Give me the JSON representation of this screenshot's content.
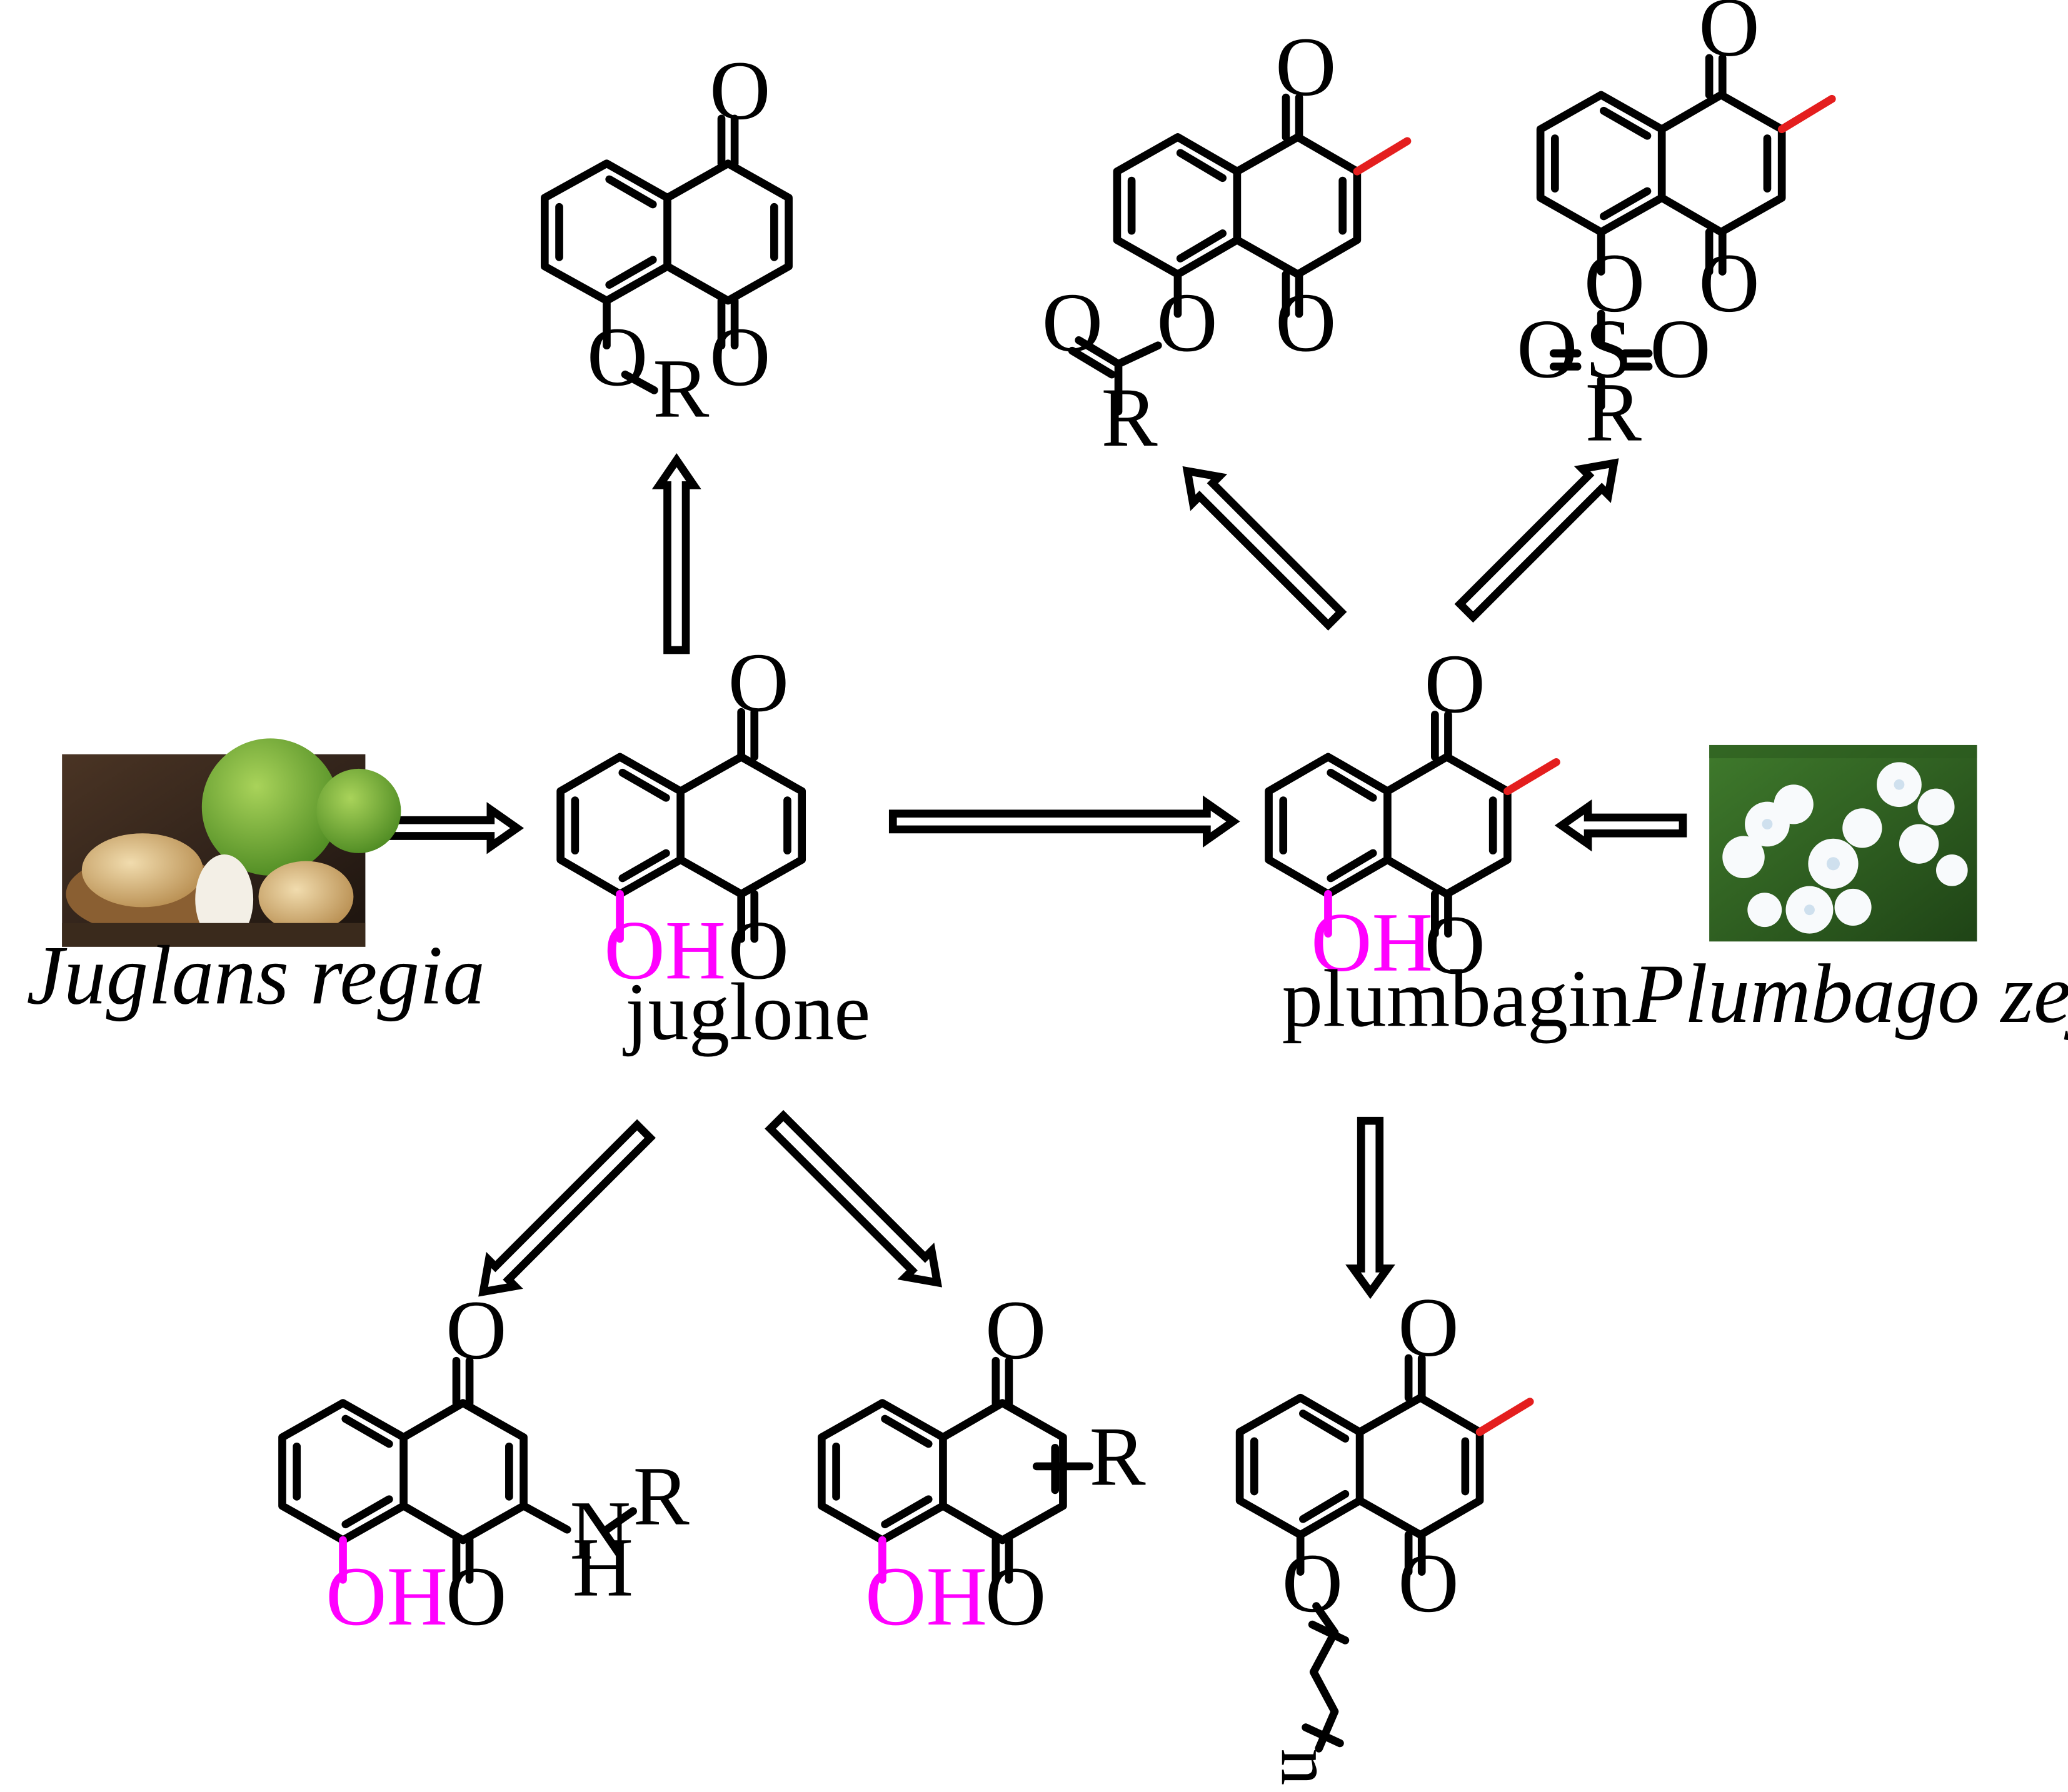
{
  "compounds": {
    "juglone": {
      "name": "juglone",
      "oh_label": "OH",
      "o_label": "O"
    },
    "plumbagin": {
      "name": "plumbagin",
      "oh_label": "OH",
      "o_label": "O"
    },
    "ether_derivative": {
      "o_label": "O",
      "r_label": "R"
    },
    "ester_derivative": {
      "o_label": "O",
      "r_label": "R"
    },
    "sulfonate_derivative": {
      "o_label": "O",
      "s_label": "S",
      "r_label": "R"
    },
    "amino_derivative": {
      "o_label": "O",
      "oh_label": "OH",
      "n_label": "N",
      "h_label": "H",
      "r_label": "R"
    },
    "substituted_derivative": {
      "o_label": "O",
      "oh_label": "OH",
      "r_label": "R"
    },
    "peg_derivative": {
      "o_label": "O",
      "n_label": "n"
    }
  },
  "sources": {
    "walnut": {
      "species": "Juglans regia",
      "image": "walnut-photo"
    },
    "plumbago": {
      "species": "Plumbago zeylanica L.",
      "image": "plumbago-flower-photo"
    }
  },
  "colors": {
    "methyl": "#e41e1e",
    "hydroxyl": "#ff00ff"
  }
}
